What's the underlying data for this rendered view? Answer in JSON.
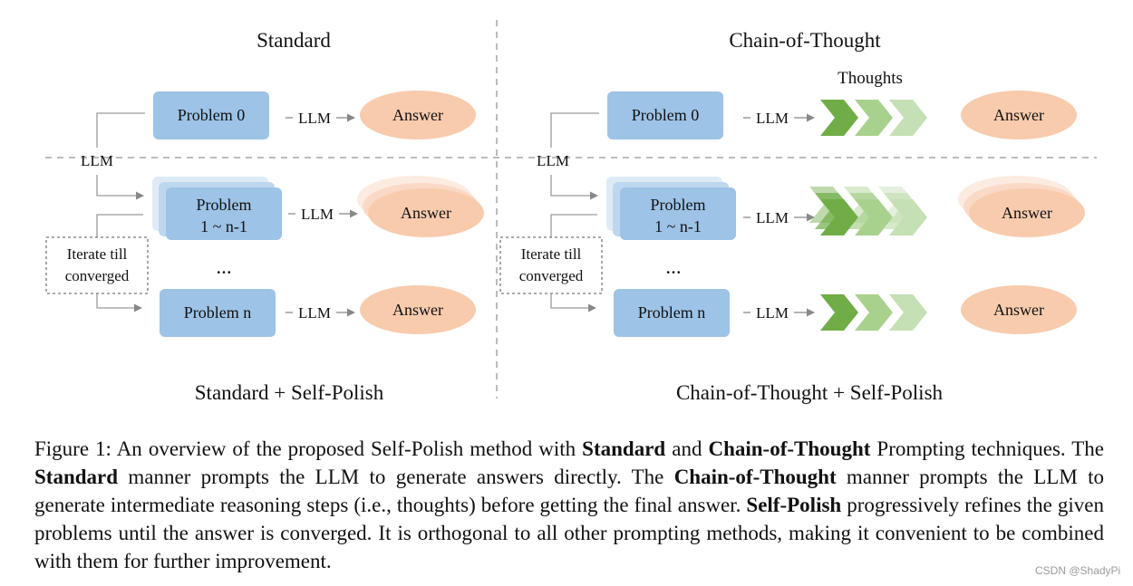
{
  "diagram": {
    "sections": {
      "top_left": "Standard",
      "top_right": "Chain-of-Thought",
      "bottom_left": "Standard + Self-Polish",
      "bottom_right": "Chain-of-Thought + Self-Polish"
    },
    "thoughts_label": "Thoughts",
    "llm_label": "LLM",
    "arrow_llm_label": "LLM",
    "problem0": "Problem 0",
    "problem_mid_line1": "Problem",
    "problem_mid_line2": "1 ~ n-1",
    "problem_n": "Problem n",
    "answer": "Answer",
    "iterate_line1": "Iterate till",
    "iterate_line2": "converged",
    "ellipsis": "...",
    "colors": {
      "problem_box": "#9dc3e6",
      "answer_ellipse": "#f8cbad",
      "thought_dark": "#70ad47",
      "thought_light": "#c5e0b4",
      "divider": "#a6a6a6"
    }
  },
  "caption": {
    "p1": "Figure 1: An overview of the proposed Self-Polish method with ",
    "b1": "Standard",
    "p2": " and ",
    "b2": "Chain-of-Thought",
    "p3": " Prompting techniques. The ",
    "b3": "Standard",
    "p4": " manner prompts the LLM to generate answers directly. The ",
    "b4": "Chain-of-Thought",
    "p5": " manner prompts the LLM to generate intermediate reasoning steps (i.e., thoughts) before getting the final answer. ",
    "b5": "Self-Polish",
    "p6": " progressively refines the given problems until the answer is converged. It is orthogonal to all other prompting methods, making it convenient to be combined with them for further improvement."
  },
  "watermark": "CSDN @ShadyPi"
}
